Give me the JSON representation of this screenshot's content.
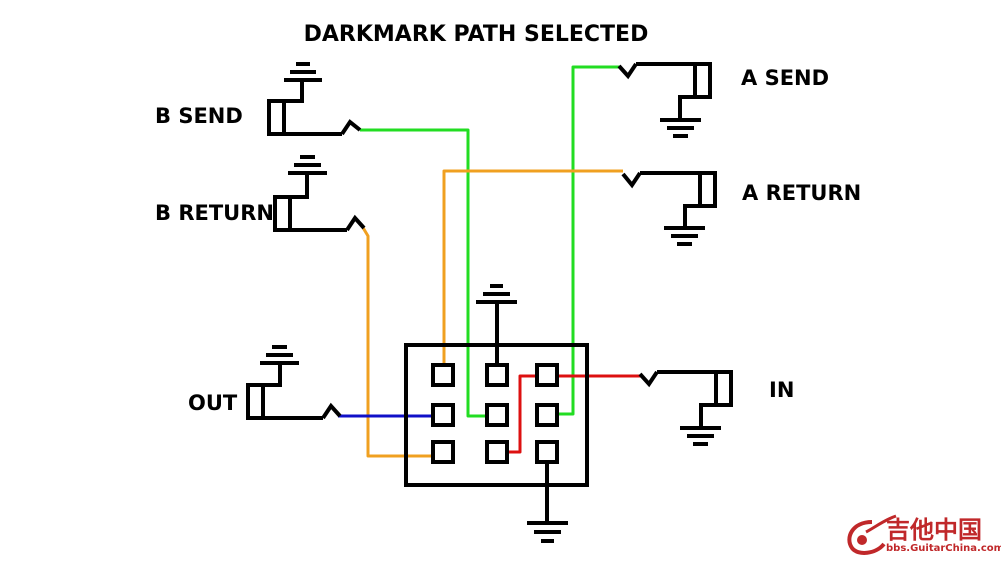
{
  "title": "DARKMARK  PATH SELECTED",
  "labels": {
    "b_send": "B SEND",
    "b_return": "B RETURN",
    "a_send": "A SEND",
    "a_return": "A RETURN",
    "out": "OUT",
    "in": "IN"
  },
  "watermark": {
    "cn": "吉他中国",
    "en": "bbs.GuitarChina.com"
  },
  "colors": {
    "green": "#22dd22",
    "orange": "#f0a020",
    "blue": "#1010c8",
    "red": "#dd1010",
    "black": "#000000",
    "watermark": "#c0282a"
  }
}
